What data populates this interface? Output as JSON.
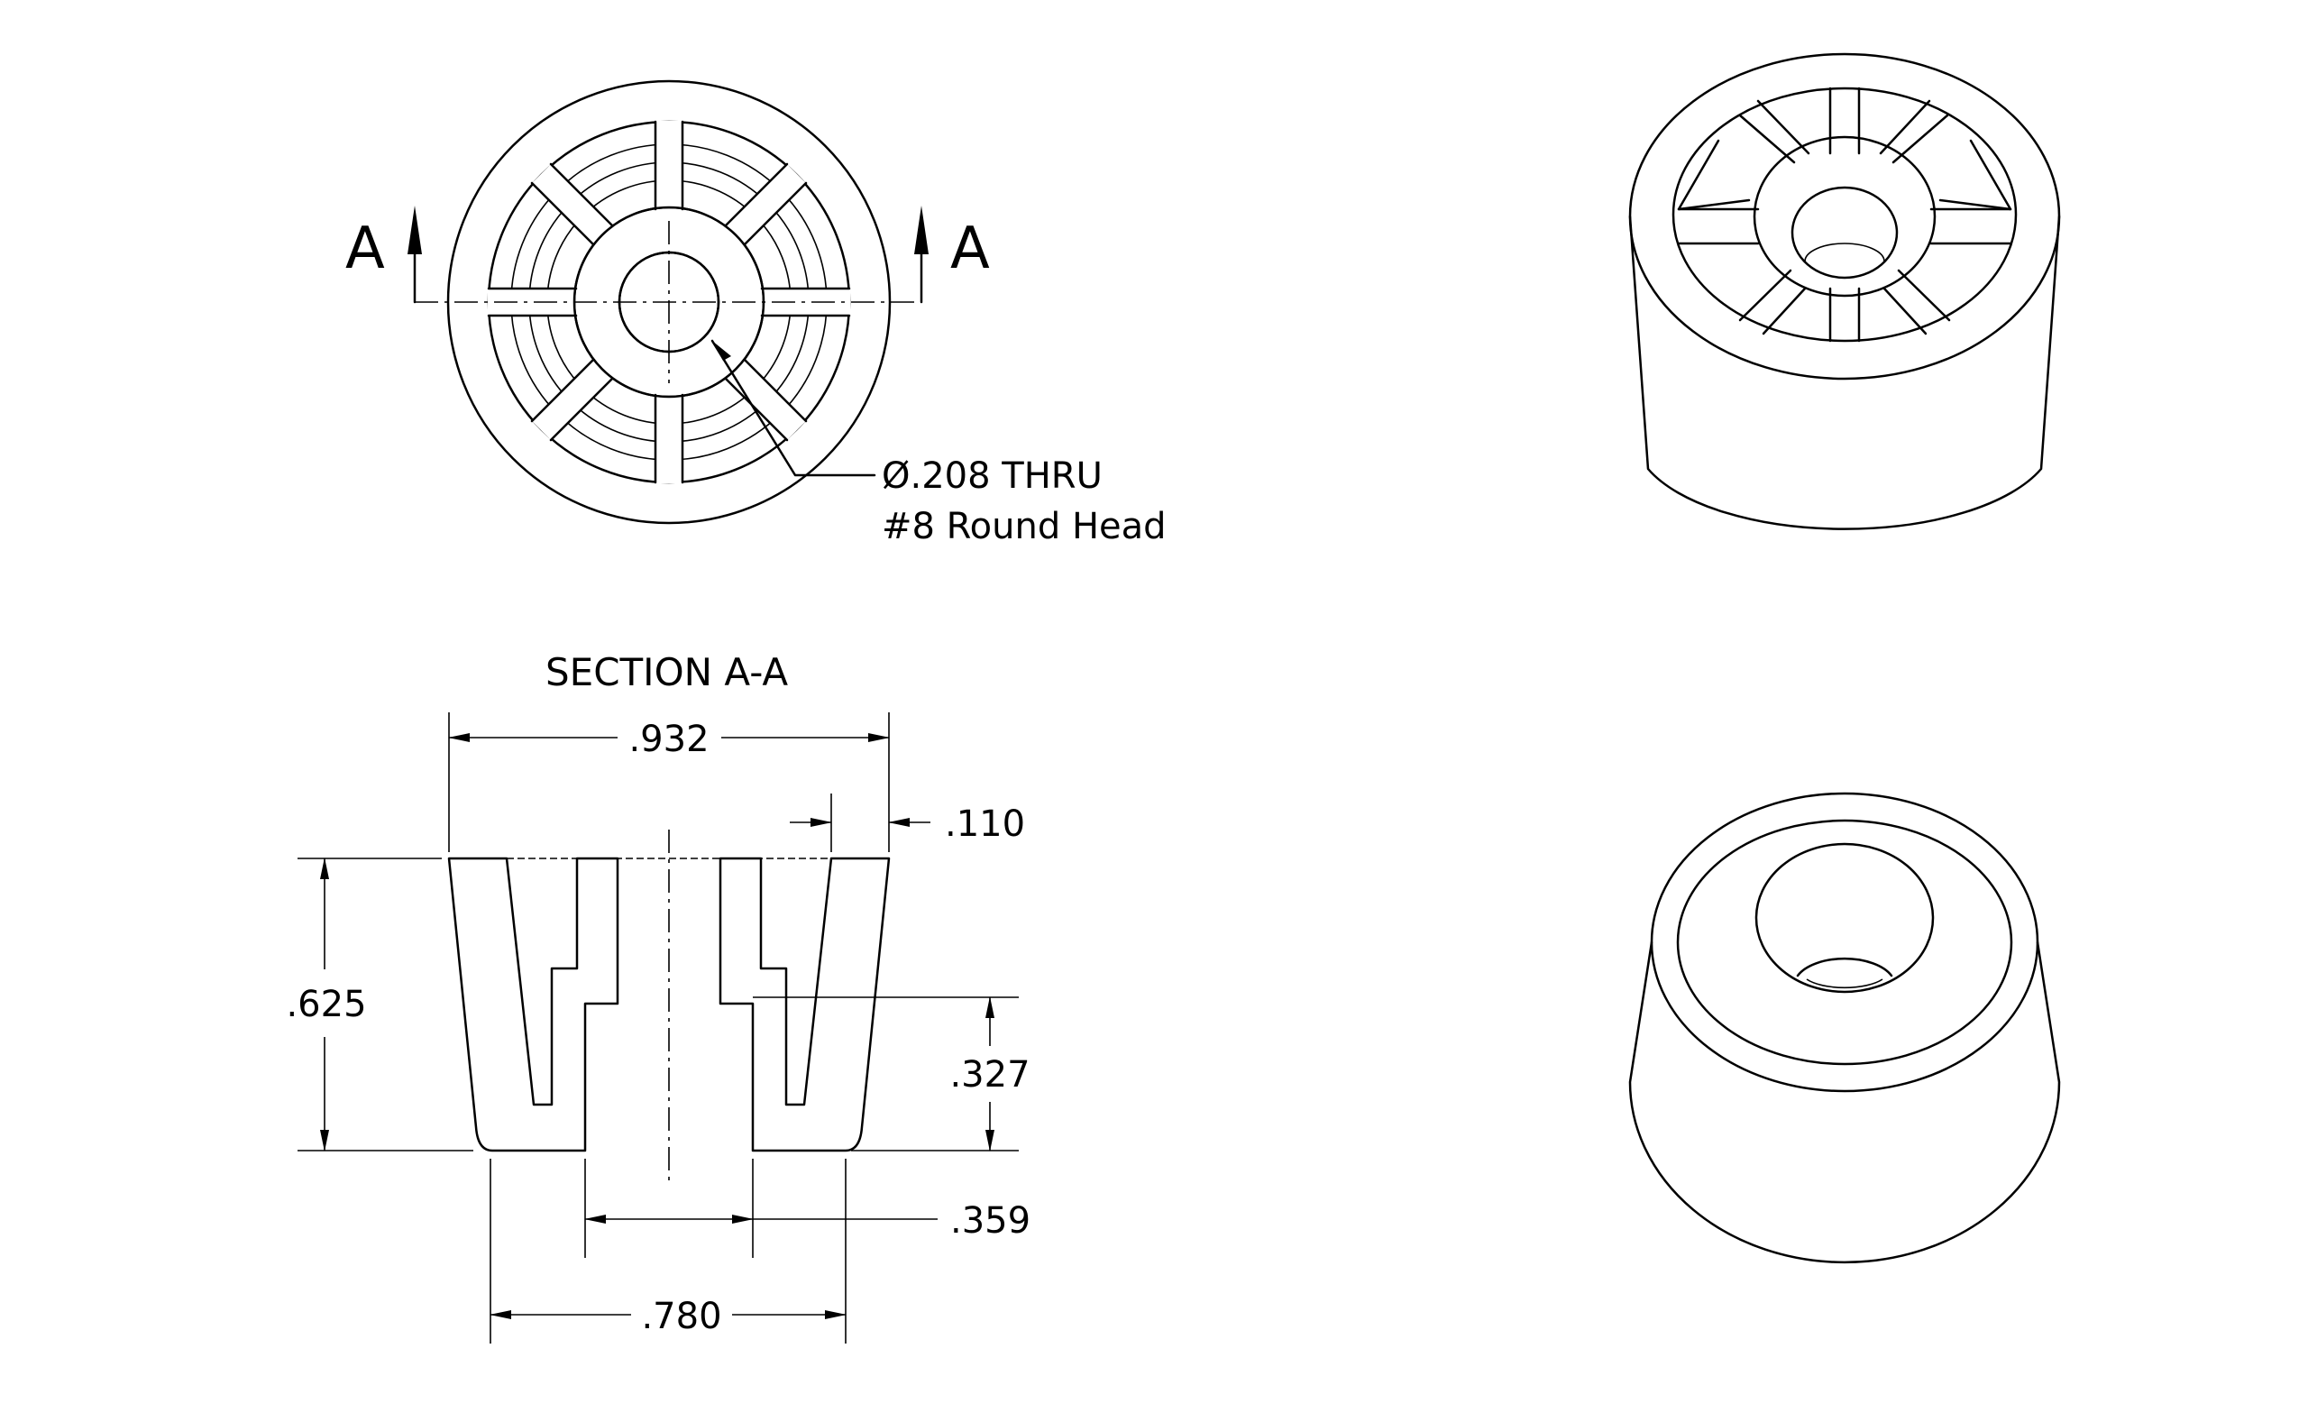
{
  "drawing": {
    "section_marker": "A",
    "callout": {
      "hole": "Ø.208 THRU",
      "screw": "#8 Round Head"
    },
    "section_title": "SECTION A-A",
    "dimensions": {
      "top_width": ".932",
      "rim_thickness": ".110",
      "height": ".625",
      "counterbore_depth": ".327",
      "counterbore_width": ".359",
      "bottom_width": ".780"
    }
  }
}
